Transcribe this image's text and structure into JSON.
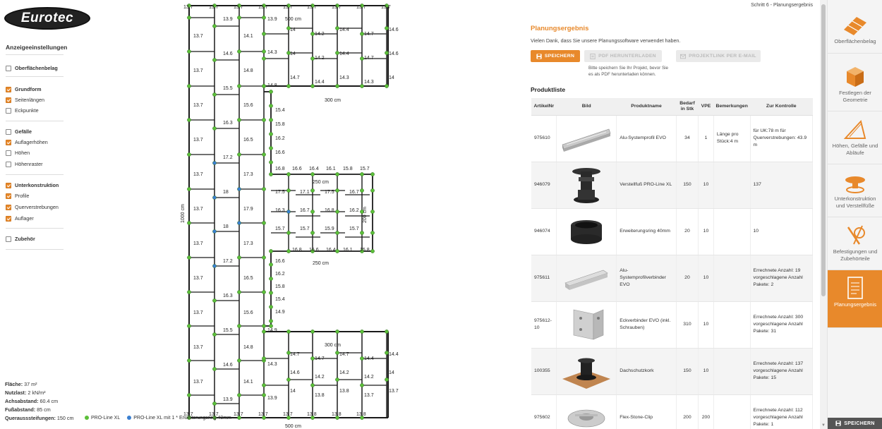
{
  "brand": {
    "logo_text": "Eurotec"
  },
  "settings": {
    "title": "Anzeigeeinstellungen",
    "groups": [
      {
        "items": [
          {
            "label": "Oberflächenbelag",
            "checked": false,
            "bold": true
          }
        ]
      },
      {
        "items": [
          {
            "label": "Grundform",
            "checked": true,
            "bold": true
          },
          {
            "label": "Seitenlängen",
            "checked": true,
            "bold": false
          },
          {
            "label": "Eckpunkte",
            "checked": false,
            "bold": false
          }
        ]
      },
      {
        "items": [
          {
            "label": "Gefälle",
            "checked": false,
            "bold": true
          },
          {
            "label": "Auflagerhöhen",
            "checked": true,
            "bold": false
          },
          {
            "label": "Höhen",
            "checked": false,
            "bold": false
          },
          {
            "label": "Höhenraster",
            "checked": false,
            "bold": false
          }
        ]
      },
      {
        "items": [
          {
            "label": "Unterkonstruktion",
            "checked": true,
            "bold": true
          },
          {
            "label": "Profile",
            "checked": true,
            "bold": false
          },
          {
            "label": "Querverstrebungen",
            "checked": true,
            "bold": false
          },
          {
            "label": "Auflager",
            "checked": true,
            "bold": false
          }
        ]
      },
      {
        "items": [
          {
            "label": "Zubehör",
            "checked": false,
            "bold": true
          }
        ]
      }
    ]
  },
  "stats": [
    {
      "label": "Fläche:",
      "value": "37 m²"
    },
    {
      "label": "Nutzlast:",
      "value": "2 kN/m²"
    },
    {
      "label": "Achsabstand:",
      "value": "60.4 cm"
    },
    {
      "label": "Fußabstand:",
      "value": "85 cm"
    },
    {
      "label": "Querausssteifungen:",
      "value": "150 cm"
    }
  ],
  "legend": [
    {
      "label": "PRO-Line XL",
      "color": "#5cbf3a"
    },
    {
      "label": "PRO-Line XL mit 1 * Erweiterungsring 40mm",
      "color": "#3a7fd0"
    }
  ],
  "drawing": {
    "dims": {
      "top": "500 cm",
      "bottom": "500 cm",
      "left": "1000 cm",
      "upper_inner": "300 cm",
      "mid_upper": "250 cm",
      "mid_lower": "250 cm",
      "mid_right": "200 cm",
      "lower_inner": "300 cm"
    },
    "top_row": [
      "13.7",
      "13.7",
      "13.7",
      "13.7",
      "13.7",
      "13.7",
      "13.7",
      "13.7",
      "13.7"
    ],
    "bottom_row": [
      "13.7",
      "13.7",
      "13.7",
      "13.7",
      "13.7",
      "13.8",
      "13.8",
      "13.8"
    ],
    "col_a": [
      "13.7",
      "13.7",
      "13.7",
      "13.7",
      "13.7",
      "13.7",
      "13.7",
      "13.7",
      "13.7",
      "13.7",
      "13.7"
    ],
    "col_b": [
      "13.9",
      "14.6",
      "15.5",
      "16.3",
      "17.2",
      "18",
      "18",
      "17.2",
      "16.3",
      "15.5",
      "14.6",
      "13.9"
    ],
    "col_c": [
      "14.1",
      "14.8",
      "15.6",
      "16.5",
      "17.3",
      "17.9",
      "17.3",
      "16.5",
      "15.6",
      "14.8",
      "14.1"
    ],
    "col_d_top": [
      "13.9",
      "14.3",
      "14.8"
    ],
    "col_d_bottom": [
      "14.9",
      "14.3",
      "13.9"
    ],
    "notch_top": [
      "15.4",
      "15.8",
      "16.2",
      "16.6",
      "16.8",
      "16.6",
      "16.4",
      "16.1",
      "15.8",
      "15.7"
    ],
    "notch_bottom": [
      "16.6",
      "16.2",
      "15.8",
      "15.4",
      "14.9",
      "16.8",
      "16.6",
      "16.4",
      "16.1",
      "15.8"
    ],
    "top_wing": [
      "14",
      "14.2",
      "14.4",
      "14.7",
      "14.6",
      "14",
      "14.2",
      "14.4",
      "14.7",
      "14.6",
      "14.7",
      "14.4",
      "14.3",
      "14.3",
      "14"
    ],
    "mid_block": [
      "17.5",
      "17.1",
      "17.5",
      "16.7",
      "16.3",
      "16.7",
      "16.8",
      "16.2",
      "15.7",
      "15.7",
      "15.9",
      "15.7"
    ],
    "bottom_wing": [
      "14.7",
      "14.7",
      "14.7",
      "14.4",
      "14.4",
      "14.6",
      "14.2",
      "14.2",
      "14.2",
      "14",
      "14",
      "13.8",
      "13.8",
      "13.7",
      "13.7"
    ]
  },
  "result": {
    "step": "Schritt 6 - Planungsergebnis",
    "title": "Planungsergebnis",
    "thanks": "Vielen Dank, dass Sie unsere Planungssoftware verwendet haben.",
    "btn_save": "Speichern",
    "btn_pdf": "PDF herunterladen",
    "btn_link": "Projektlink per E-Mail",
    "hint_line1": "Bitte speichern Sie Ihr Projekt, bevor Sie",
    "hint_line2": "es als PDF herunterladen können.",
    "product_list_title": "Produktliste",
    "columns": [
      "ArtikelNr",
      "Bild",
      "Produktname",
      "Bedarf in Stk",
      "VPE",
      "Bemerkungen",
      "Zur Kontrolle"
    ],
    "rows": [
      {
        "art": "975610",
        "img": "profile",
        "name": "Alu-Systemprofil EVO",
        "qty": "34",
        "vpe": "1",
        "remark": "Länge pro Stück:4 m",
        "check": "für UK:78 m für Querverstrebungen: 43.9 m"
      },
      {
        "art": "946079",
        "img": "foot",
        "name": "Verstellfuß PRO-Line XL",
        "qty": "150",
        "vpe": "10",
        "remark": "",
        "check": "137"
      },
      {
        "art": "946074",
        "img": "ring",
        "name": "Erweiterungsring 40mm",
        "qty": "20",
        "vpe": "10",
        "remark": "",
        "check": "10"
      },
      {
        "art": "975611",
        "img": "connector",
        "name": "Alu-Systemprofilverbinder EVO",
        "qty": "20",
        "vpe": "10",
        "remark": "",
        "check": "Errechnete Anzahl: 19 vorgeschlagene Anzahl Pakete: 2"
      },
      {
        "art": "975612-10",
        "img": "bracket",
        "name": "Eckverbinder EVO (inkl. Schrauben)",
        "qty": "310",
        "vpe": "10",
        "remark": "",
        "check": "Errechnete Anzahl: 300 vorgeschlagene Anzahl Pakete: 31"
      },
      {
        "art": "100355",
        "img": "cork",
        "name": "Dachschutzkork",
        "qty": "150",
        "vpe": "10",
        "remark": "",
        "check": "Errechnete Anzahl: 137 vorgeschlagene Anzahl Pakete: 15"
      },
      {
        "art": "975602",
        "img": "clip",
        "name": "Flex-Stone-Clip",
        "qty": "200",
        "vpe": "200",
        "remark": "",
        "check": "Errechnete Anzahl: 112 vorgeschlagene Anzahl Pakete: 1"
      }
    ]
  },
  "nav": {
    "items": [
      {
        "label": "Oberflächenbelag",
        "icon": "planks-icon",
        "active": false
      },
      {
        "label": "Festlegen der Geometrie",
        "icon": "cube-icon",
        "active": false
      },
      {
        "label": "Höhen, Gefälle und Abläufe",
        "icon": "slope-icon",
        "active": false
      },
      {
        "label": "Unterkonstruktion und Verstellfüße",
        "icon": "substructure-icon",
        "active": false
      },
      {
        "label": "Befestigungen und Zubehörteile",
        "icon": "screws-icon",
        "active": false
      },
      {
        "label": "Planungsergebnis",
        "icon": "document-icon",
        "active": true
      }
    ],
    "save_label": "Speichern"
  },
  "colors": {
    "accent": "#e8892b",
    "green_node": "#5cbf3a",
    "blue_node": "#3a7fd0"
  }
}
